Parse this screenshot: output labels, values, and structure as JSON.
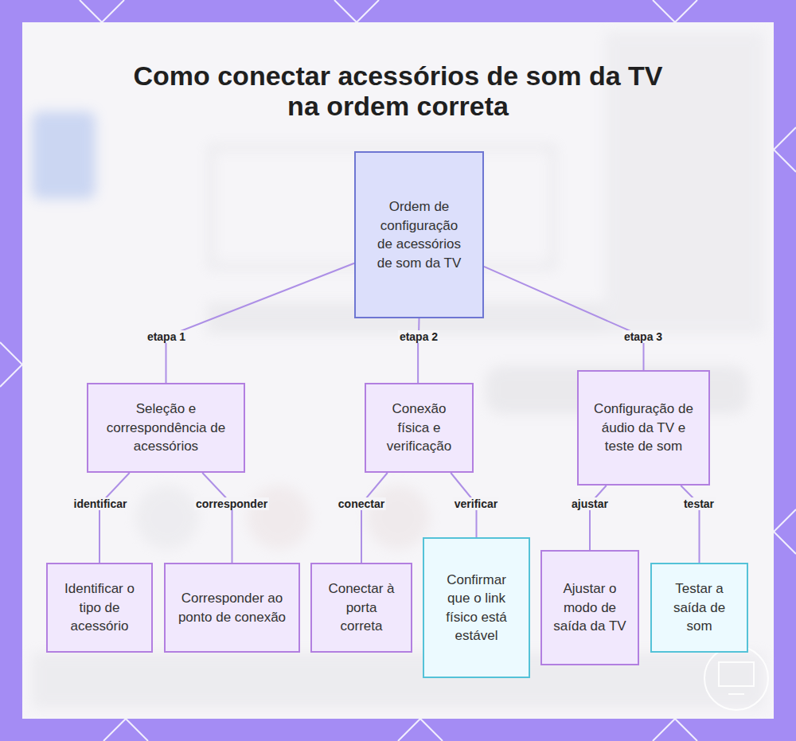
{
  "diagram": {
    "title": "Como conectar acessórios de som da TV na ordem correta",
    "nodes": [
      {
        "text": [
          "Ordem de configuração de acessórios de som da TV"
        ]
      },
      {
        "text": [
          "Seleção e correspondência de acessórios"
        ]
      },
      {
        "text": [
          "Conexão física e verificação"
        ]
      },
      {
        "text": [
          "Configuração de áudio da TV e teste de som"
        ]
      },
      {
        "text": [
          "Identificar o tipo de acessório"
        ]
      },
      {
        "text": [
          "Corresponder ao ponto de conexão"
        ]
      },
      {
        "text": [
          "Conectar à porta correta"
        ]
      },
      {
        "text": [
          "Confirmar que o link físico está estável"
        ]
      },
      {
        "text": [
          "Ajustar o modo de saída da TV"
        ]
      },
      {
        "text": [
          "Testar a saída de som"
        ]
      }
    ],
    "edges": [
      {
        "from": 0,
        "to": 1,
        "label": "etapa 1",
        "arrow": "none"
      },
      {
        "from": 0,
        "to": 2,
        "label": "etapa 2",
        "arrow": "none"
      },
      {
        "from": 0,
        "to": 3,
        "label": "etapa 3",
        "arrow": "none"
      },
      {
        "from": 1,
        "to": 4,
        "label": "identificar",
        "arrow": "none"
      },
      {
        "from": 1,
        "to": 5,
        "label": "corresponder",
        "arrow": "none"
      },
      {
        "from": 2,
        "to": 6,
        "label": "conectar",
        "arrow": "none"
      },
      {
        "from": 2,
        "to": 7,
        "label": "verificar",
        "arrow": "none"
      },
      {
        "from": 3,
        "to": 8,
        "label": "ajustar",
        "arrow": "none"
      },
      {
        "from": 3,
        "to": 9,
        "label": "testar",
        "arrow": "none"
      }
    ]
  }
}
